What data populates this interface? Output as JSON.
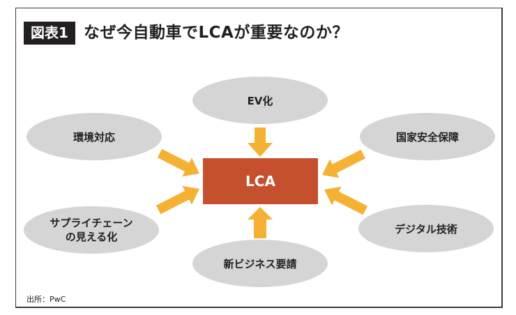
{
  "figure": {
    "badge": "図表1",
    "title": "なぜ今自動車でLCAが重要なのか？",
    "source": "出所：PwC"
  },
  "colors": {
    "badge_bg": "#231F20",
    "center_box": "#C4502E",
    "ellipse_fill": "#D5D5D6",
    "arrow": "#F4B133",
    "text": "#231F20"
  },
  "center": {
    "label": "LCA"
  },
  "nodes": [
    {
      "id": "ev",
      "lines": [
        "EV化"
      ]
    },
    {
      "id": "environment",
      "lines": [
        "環境対応"
      ]
    },
    {
      "id": "national-security",
      "lines": [
        "国家安全保障"
      ]
    },
    {
      "id": "supply-chain",
      "lines": [
        "サプライチェーン",
        "の見える化"
      ]
    },
    {
      "id": "digital",
      "lines": [
        "デジタル技術"
      ]
    },
    {
      "id": "new-business",
      "lines": [
        "新ビジネス要請"
      ]
    }
  ]
}
